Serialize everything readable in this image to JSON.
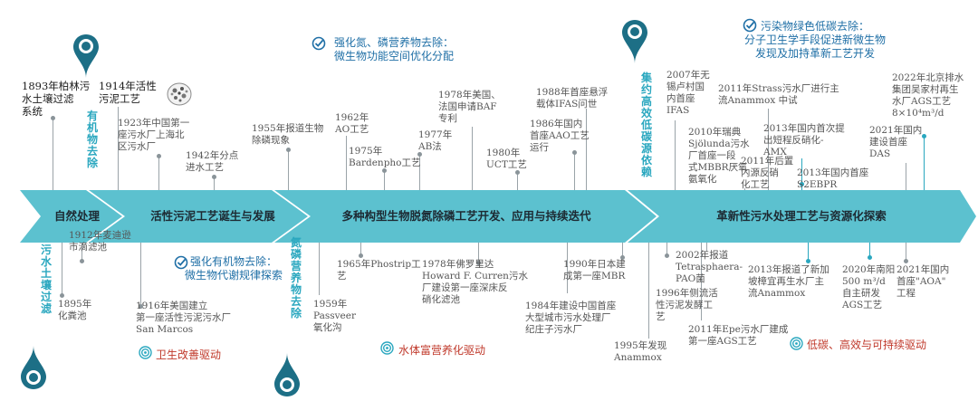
{
  "phases": [
    {
      "label": "自然处理"
    },
    {
      "label": "活性污泥工艺诞生与发展"
    },
    {
      "label": "多种构型生物脱氮除磷工艺开发、应用与持续迭代"
    },
    {
      "label": "革新性污水处理工艺与资源化探索"
    }
  ],
  "vertical_tags": {
    "tag1": "有机物去除",
    "tag2": "污水土壤过滤",
    "tag3": "氮磷营养物去除",
    "tag4": "集约高效低碳源依赖"
  },
  "highlights": {
    "h1": "强化氮、磷营养物去除：\n微生物功能空间优化分配",
    "h2": "强化有机物去除：\n微生物代谢规律探索",
    "h3": "污染物绿色低碳去除：\n分子卫生学手段促进新微生物\n发现及加持革新工艺开发"
  },
  "drivers": {
    "d1": "卫生改善驱动",
    "d2": "水体富营养化驱动",
    "d3": "低碳、高效与可持续驱动"
  },
  "events_top": {
    "e1893": "1893年柏林污\n水土壤过滤\n系统",
    "e1914": "1914年活性\n污泥工艺",
    "e1923": "1923年中国第一\n座污水厂上海北\n区污水厂",
    "e1942": "1942年分点\n进水工艺",
    "e1955": "1955年报道生物\n除磷现象",
    "e1962": "1962年\nAO工艺",
    "e1975": "1975年\nBardenpho工艺",
    "e1977": "1977年\nAB法",
    "e1978": "1978年美国、\n法国申请BAF\n专利",
    "e1980": "1980年\nUCT工艺",
    "e1986": "1986年国内\n首座AAO工艺\n运行",
    "e1988": "1988年首座悬浮\n载体IFAS问世",
    "e2007": "2007年无\n锡卢村国\n内首座\nIFAS",
    "e2010": "2010年瑞典\nSjölunda污水\n厂首座一段\n式MBBR厌氧\n氨氧化",
    "e2011a": "2011年Strass污水厂进行主\n流Anammox 中试",
    "e2011b": "2011年后置\n内源反硝\n化工艺",
    "e2013a": "2013年国内首次提\n出短程反硝化-\nAMX",
    "e2013b": "2013年国内首座\nS2EBPR",
    "e2021a": "2021年国内\n建设首座\nDAS",
    "e2022": "2022年北京排水\n集团吴家村再生\n水厂AGS工艺\n8×10⁴m³/d"
  },
  "events_bottom": {
    "e1912": "1912年麦迪逊\n市滴滤池",
    "e1895": "1895年\n化粪池",
    "e1916": "1916年美国建立\n第一座活性污泥污水厂\nSan Marcos",
    "e1959": "1959年\nPassveer\n氧化沟",
    "e1965": "1965年Phostrip工\n艺",
    "e1978b": "1978年佛罗里达\nHoward F. Curren污水\n厂建设第一座深床反\n硝化滤池",
    "e1984": "1984年建设中国首座\n大型城市污水处理厂\n纪庄子污水厂",
    "e1990": "1990年日本建\n成第一座MBR",
    "e1995": "1995年发现\nAnammox",
    "e2002": "2002年报道\nTetrasphaera-\nPAO菌",
    "e1996": "1996年侧流活\n性污泥发酵工\n艺",
    "e2011c": "2011年Epe污水厂建成\n第一座AGS工艺",
    "e2013c": "2013年报道了新加\n坡樟宜再生水厂主\n流Anammox",
    "e2020": "2020年南阳\n500 m³/d\n自主研发\nAGS工艺",
    "e2021b": "2021年国内\n首座\"AOA\"\n工程"
  },
  "colors": {
    "teal": "#5cc1cf",
    "pin": "#1d6f86",
    "accent_blue": "#2aa7bf",
    "red": "#c0392b"
  }
}
